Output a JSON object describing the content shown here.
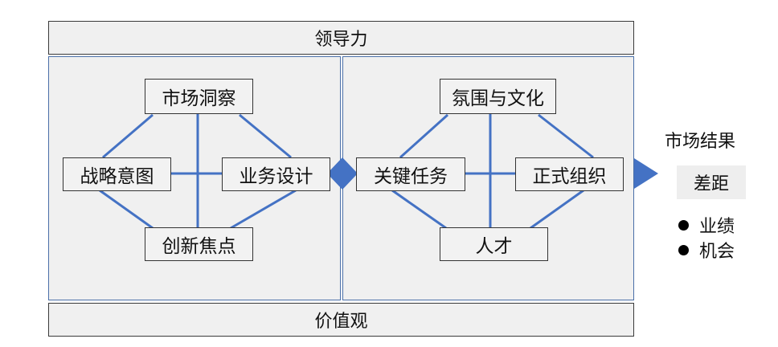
{
  "top_bar": "领导力",
  "bottom_bar": "价值观",
  "left_panel": {
    "top": "市场洞察",
    "left": "战略意图",
    "right": "业务设计",
    "bottom": "创新焦点"
  },
  "right_panel": {
    "top": "氛围与文化",
    "left": "关键任务",
    "right": "正式组织",
    "bottom": "人才"
  },
  "result": {
    "title": "市场结果",
    "gap_label": "差距",
    "bullets": [
      "业绩",
      "机会"
    ]
  },
  "colors": {
    "connector": "#4472c4",
    "panel_border": "#4a6fa8",
    "box_fill": "#f2f2f2",
    "panel_fill": "#f0f0f0"
  }
}
